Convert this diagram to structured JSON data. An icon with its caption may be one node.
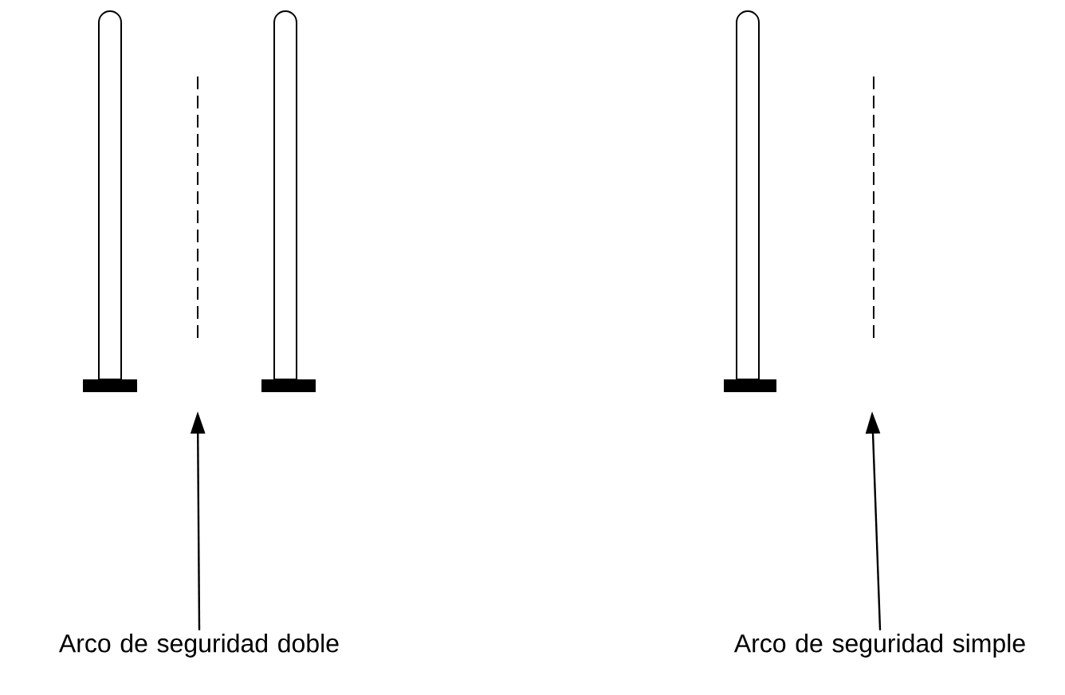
{
  "diagram": {
    "nodes": [
      {
        "text": [
          "Arco de seguridad doble"
        ]
      },
      {
        "text": [
          "Arco de seguridad simple"
        ]
      }
    ],
    "edges": [
      {
        "from": 0,
        "to": null,
        "arrow": "to"
      },
      {
        "from": 1,
        "to": null,
        "arrow": "to"
      }
    ]
  }
}
